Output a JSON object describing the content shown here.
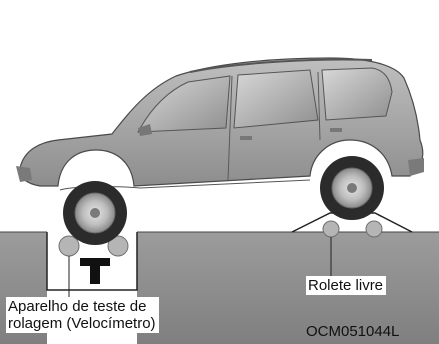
{
  "labels": {
    "dynamometer": "Aparelho de teste de\nrolagem (Velocímetro)",
    "free_roller": "Rolete livre",
    "figure_code": "OCM051044L"
  },
  "icons": {
    "dynamometer_symbol": "t-icon"
  },
  "colors": {
    "background": "#ffffff",
    "car_body": "#a6a6a6",
    "ground": "#8f8f8f",
    "roller": "#b5b5b5",
    "text": "#111111"
  }
}
